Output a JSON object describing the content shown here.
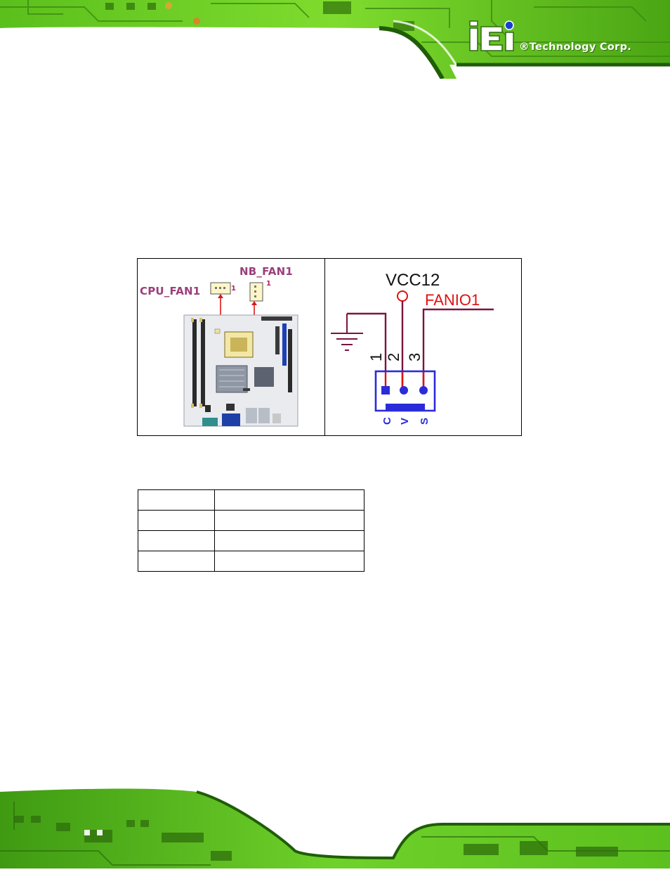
{
  "brand": {
    "logo_text": "iEi",
    "tagline": "®Technology Corp."
  },
  "figure": {
    "board": {
      "label_nb_fan": "NB_FAN1",
      "label_cpu_fan": "CPU_FAN1",
      "pin1_nb": "1",
      "pin1_cpu": "1"
    },
    "schematic": {
      "power_net": "VCC12",
      "signal_net": "FANIO1",
      "pin_numbers": [
        "1",
        "2",
        "3"
      ],
      "pin_names": [
        "C",
        "V",
        "S"
      ]
    }
  },
  "pin_table": {
    "rows": [
      [
        "",
        ""
      ],
      [
        "",
        ""
      ],
      [
        "",
        ""
      ],
      [
        "",
        ""
      ]
    ]
  },
  "colors": {
    "pcb_green": "#6fd12a",
    "label_purple": "#9a3f7a",
    "schematic_blue": "#2b2bd9",
    "schematic_red": "#e01010",
    "schematic_wire": "#7b1340"
  }
}
